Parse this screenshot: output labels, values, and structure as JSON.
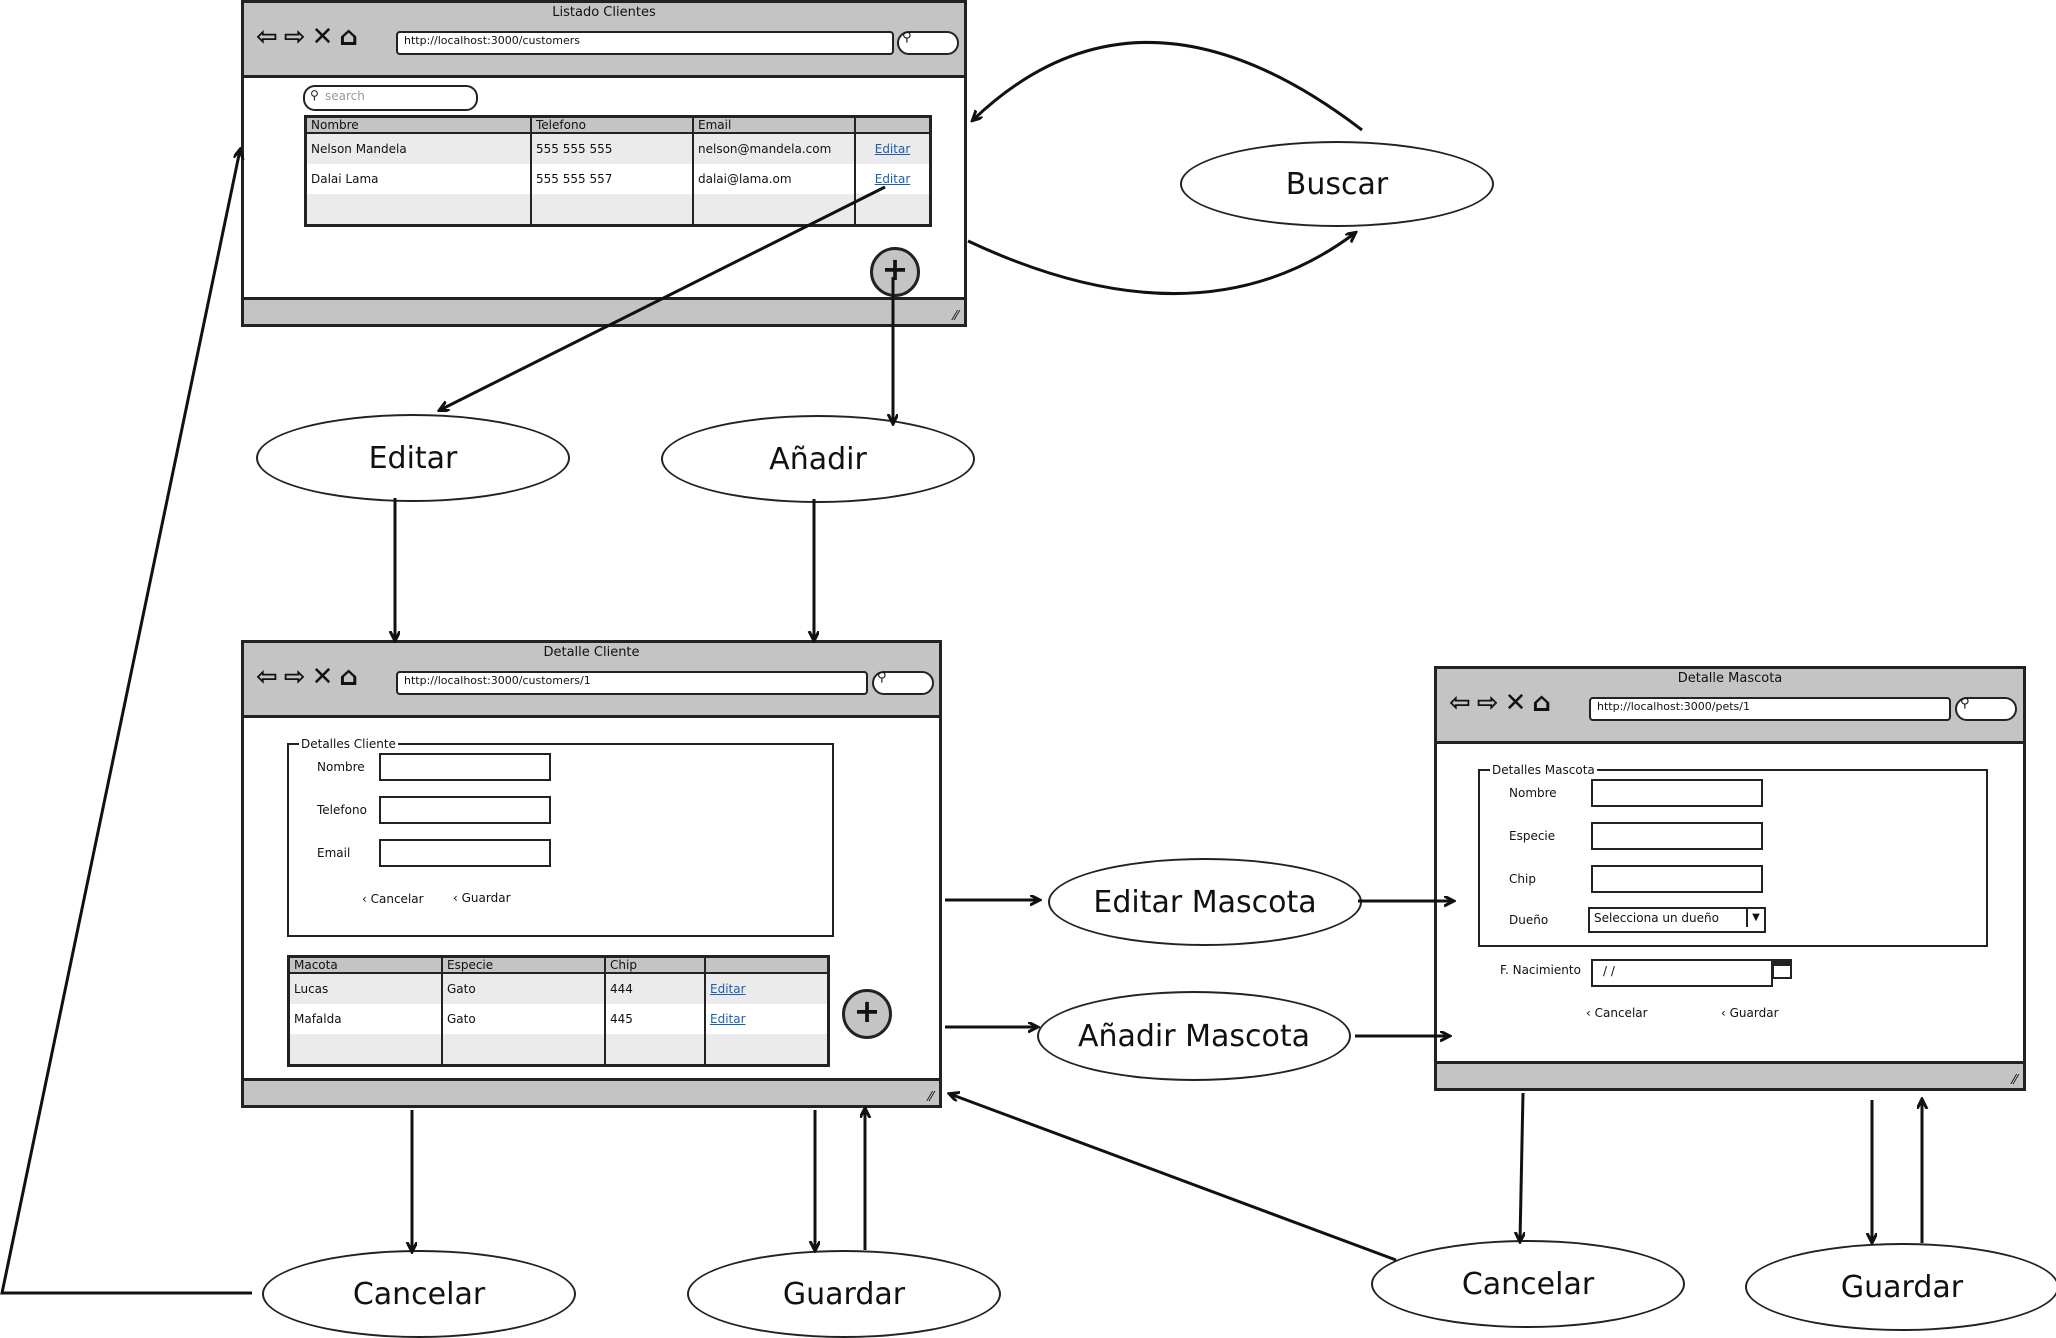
{
  "customers_window": {
    "title": "Listado Clientes",
    "url": "http://localhost:3000/customers",
    "search_placeholder": "search",
    "columns": [
      "Nombre",
      "Telefono",
      "Email",
      ""
    ],
    "rows": [
      {
        "nombre": "Nelson Mandela",
        "telefono": "555 555 555",
        "email": "nelson@mandela.com",
        "action": "Editar"
      },
      {
        "nombre": "Dalai Lama",
        "telefono": "555 555 557",
        "email": "dalai@lama.om",
        "action": "Editar"
      }
    ]
  },
  "customer_detail_window": {
    "title": "Detalle Cliente",
    "url": "http://localhost:3000/customers/1",
    "fieldset_legend": "Detalles Cliente",
    "fields": {
      "nombre": "Nombre",
      "telefono": "Telefono",
      "email": "Email"
    },
    "cancel_label": "Cancelar",
    "save_label": "Guardar",
    "pets_columns": [
      "Macota",
      "Especie",
      "Chip",
      ""
    ],
    "pets_rows": [
      {
        "nombre": "Lucas",
        "especie": "Gato",
        "chip": "444",
        "action": "Editar"
      },
      {
        "nombre": "Mafalda",
        "especie": "Gato",
        "chip": "445",
        "action": "Editar"
      }
    ]
  },
  "pet_detail_window": {
    "title": "Detalle Mascota",
    "url": "http://localhost:3000/pets/1",
    "fieldset_legend": "Detalles Mascota",
    "fields": {
      "nombre": "Nombre",
      "especie": "Especie",
      "chip": "Chip",
      "dueno": "Dueño",
      "nacimiento": "F. Nacimiento"
    },
    "owner_select_value": "Selecciona un dueño",
    "date_value": "/  /",
    "cancel_label": "Cancelar",
    "save_label": "Guardar"
  },
  "flow_labels": {
    "buscar": "Buscar",
    "editar": "Editar",
    "anadir": "Añadir",
    "editar_mascota": "Editar Mascota",
    "anadir_mascota": "Añadir Mascota",
    "cancelar_cliente": "Cancelar",
    "guardar_cliente": "Guardar",
    "cancelar_mascota": "Cancelar",
    "guardar_mascota": "Guardar"
  },
  "icons": {
    "back": "back-arrow-icon",
    "forward": "forward-arrow-icon",
    "stop": "close-icon",
    "home": "home-icon",
    "search": "search-icon",
    "add": "plus-icon",
    "calendar": "calendar-icon",
    "resize": "resize-grip-icon"
  }
}
